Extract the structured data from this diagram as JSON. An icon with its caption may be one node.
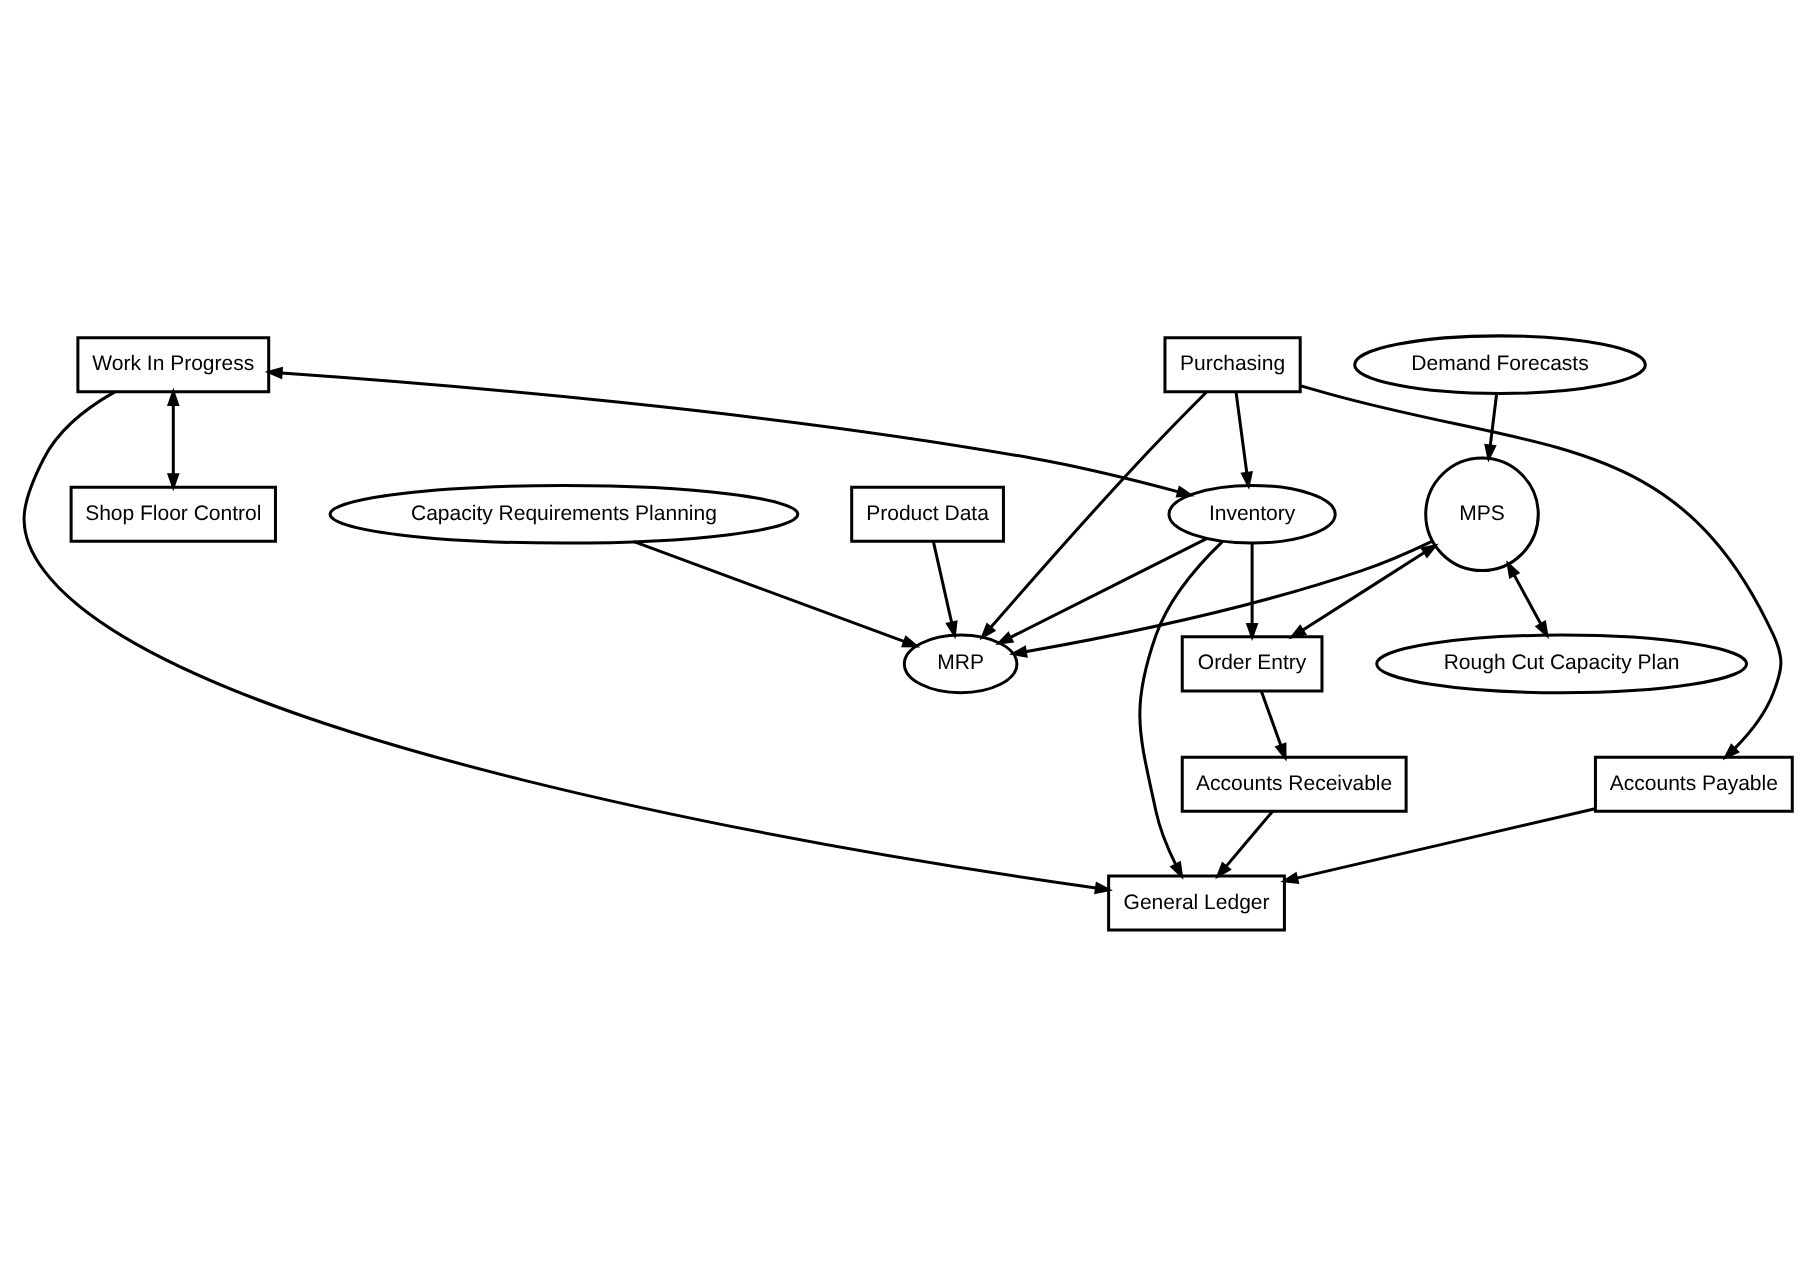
{
  "diagram": {
    "nodes": [
      {
        "text": [
          "MPS"
        ]
      },
      {
        "text": [
          "Demand Forecasts"
        ]
      },
      {
        "text": [
          "Rough Cut Capacity Plan"
        ]
      },
      {
        "text": [
          "Order Entry"
        ]
      },
      {
        "text": [
          "Accounts Receivable"
        ]
      },
      {
        "text": [
          "MRP"
        ]
      },
      {
        "text": [
          "Work In Progress"
        ]
      },
      {
        "text": [
          "Shop Floor Control"
        ]
      },
      {
        "text": [
          "Capacity Requirements Planning"
        ]
      },
      {
        "text": [
          "Inventory"
        ]
      },
      {
        "text": [
          "General Ledger"
        ]
      },
      {
        "text": [
          "Product Data"
        ]
      },
      {
        "text": [
          "Purchasing"
        ]
      },
      {
        "text": [
          "Accounts Payable"
        ]
      }
    ],
    "edges": [
      {
        "from": 1,
        "to": 0,
        "arrow": "to"
      },
      {
        "from": 0,
        "to": 2,
        "arrow": "both"
      },
      {
        "from": 0,
        "to": 3,
        "arrow": "both"
      },
      {
        "from": 9,
        "to": 3,
        "arrow": "to"
      },
      {
        "from": 3,
        "to": 4,
        "arrow": "to"
      },
      {
        "from": 0,
        "to": 5,
        "arrow": "to"
      },
      {
        "from": 4,
        "to": 10,
        "arrow": "to"
      },
      {
        "from": 6,
        "to": 7,
        "arrow": "both"
      },
      {
        "from": 6,
        "to": 9,
        "arrow": "both"
      },
      {
        "from": 6,
        "to": 10,
        "arrow": "to"
      },
      {
        "from": 8,
        "to": 5,
        "arrow": "to"
      },
      {
        "from": 9,
        "to": 5,
        "arrow": "to"
      },
      {
        "from": 9,
        "to": 10,
        "arrow": "to"
      },
      {
        "from": 11,
        "to": 5,
        "arrow": "to"
      },
      {
        "from": 12,
        "to": 5,
        "arrow": "to"
      },
      {
        "from": 12,
        "to": 9,
        "arrow": "to"
      },
      {
        "from": 12,
        "to": 13,
        "arrow": "to"
      },
      {
        "from": 13,
        "to": 10,
        "arrow": "to"
      }
    ]
  }
}
